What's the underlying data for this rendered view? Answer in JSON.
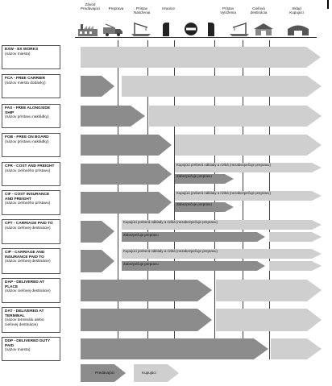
{
  "columns": [
    {
      "label": "Závod\nPredávajúci"
    },
    {
      "label": "Preprava"
    },
    {
      "label": "Prístav\nNaloženia"
    },
    {
      "label": "Hranice"
    },
    {
      "label": "Prístav\nVyloženia"
    },
    {
      "label": "Cieľová\ndestinácia"
    },
    {
      "label": "Sklad\nKupujúci"
    }
  ],
  "icons": [
    {
      "name": "factory-icon"
    },
    {
      "name": "truck-icon"
    },
    {
      "name": "crane-ship-icon"
    },
    {
      "name": "border-stop-icon"
    },
    {
      "name": "crane-unload-icon"
    },
    {
      "name": "destination-building-icon"
    },
    {
      "name": "warehouse-icon"
    }
  ],
  "rows": [
    {
      "code": "EXW - EX WORKS",
      "sub": "(názov miesta)"
    },
    {
      "code": "FCA - FREE CARRIER",
      "sub": "(názov miesta dodávky)"
    },
    {
      "code": "FAS - FREE ALONGSIDE SHIP",
      "sub": "(názov prístavu nakládky)"
    },
    {
      "code": "FOB - FREE ON BOARD",
      "sub": "(názov prístavu nakládky)"
    },
    {
      "code": "CFR - COST AND FREIGHT",
      "sub": "(názov cieľového prístavu)"
    },
    {
      "code": "CIF - COST INSURANCE AND FREIGHT",
      "sub": "(názov cieľového prístavu)"
    },
    {
      "code": "CPT - CARRIAGE PAID TO",
      "sub": "(názov cieľovej destinácie)"
    },
    {
      "code": "CIP - CARRIAGE AND INSURANCE PAID TO",
      "sub": "(názov cieľovej destinácie)"
    },
    {
      "code": "DAP - DELIVERED AT PLACE",
      "sub": "(názov cieľovej destinácie)"
    },
    {
      "code": "DAT - DELIVERED AT TERMINAL",
      "sub": "(názov terminálu alebo cieľovej destinácie)"
    },
    {
      "code": "DDP - DELIVERED DUTY PAID",
      "sub": "(názov miesta)"
    }
  ],
  "notes": {
    "cfr_buyer": "Kupujúci preberá náklady a riziká (nezabezpečuje prepravu)",
    "cfr_seller": "Zabezpečuje prepravu",
    "cif_buyer": "Kupujúci preberá náklady a riziká (nezabezpečuje prepravu)",
    "cif_seller": "Zabezpečuje prepravu",
    "cpt_buyer": "Kupujúci preberá náklady a riziká (nezabezpečuje prepravu)",
    "cpt_seller": "Zabezpečuje prepravu",
    "cip_buyer": "Kupujúci preberá náklady a riziká (nezabezpečuje prepravu)",
    "cip_seller": "Zabezpečuje prepravu"
  },
  "legend": {
    "seller": "Predávajúci",
    "buyer": "Kupujúci"
  },
  "colors": {
    "seller": "#8c8c8c",
    "buyer": "#cfcfcf",
    "line": "#444444"
  }
}
